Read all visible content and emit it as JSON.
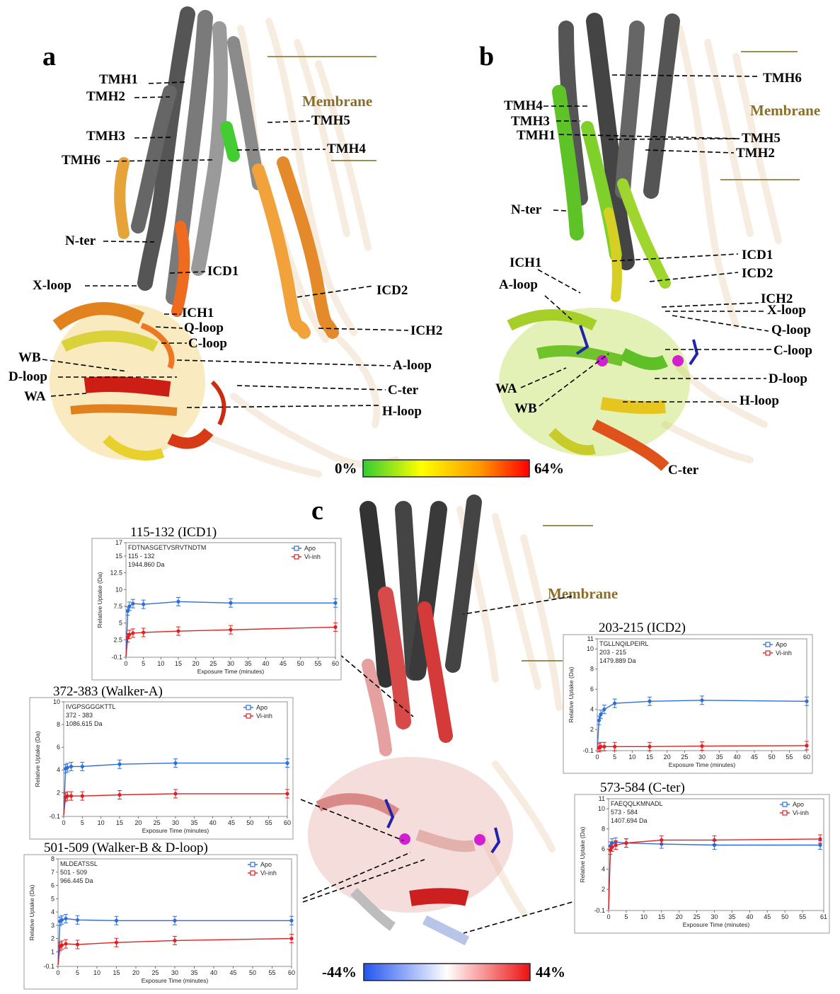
{
  "panel_a": {
    "letter": "a",
    "membrane": "Membrane",
    "labels": [
      "TMH1",
      "TMH2",
      "TMH5",
      "TMH3",
      "TMH4",
      "TMH6",
      "N-ter",
      "ICD1",
      "X-loop",
      "ICD2",
      "ICH1",
      "Q-loop",
      "ICH2",
      "C-loop",
      "A-loop",
      "WB",
      "D-loop",
      "C-ter",
      "WA",
      "H-loop"
    ]
  },
  "panel_b": {
    "letter": "b",
    "membrane": "Membrane",
    "labels": [
      "TMH6",
      "TMH4",
      "TMH3",
      "TMH1",
      "TMH5",
      "TMH2",
      "N-ter",
      "ICD1",
      "ICD2",
      "ICH1",
      "A-loop",
      "ICH2",
      "X-loop",
      "Q-loop",
      "C-loop",
      "D-loop",
      "WA",
      "WB",
      "H-loop",
      "C-ter"
    ]
  },
  "scale_ab": {
    "min": "0%",
    "max": "64%",
    "colors": [
      "#33cc33",
      "#ffff00",
      "#ff9900",
      "#ff0000"
    ]
  },
  "panel_c": {
    "letter": "c",
    "membrane": "Membrane"
  },
  "scale_c": {
    "min": "-44%",
    "max": "44%",
    "colors": [
      "#2255ee",
      "#ffffff",
      "#ee1111"
    ]
  },
  "chart_data": [
    {
      "type": "line",
      "title": "115-132 (ICD1)",
      "info": [
        "FDTNASGETVSRVTNDTM",
        "115 - 132",
        "1944.860 Da"
      ],
      "xlabel": "Exposure Time (minutes)",
      "ylabel": "Relative Uptake (Da)",
      "xlim": [
        0,
        60
      ],
      "ylim": [
        -0.1,
        17
      ],
      "yticks": [
        "-0.1",
        "2.5",
        "5",
        "7.5",
        "10",
        "12.5",
        "15",
        "17"
      ],
      "ytick_values": [
        -0.1,
        2.5,
        5,
        7.5,
        10,
        12.5,
        15,
        17
      ],
      "xticks": [
        0,
        5,
        10,
        15,
        20,
        25,
        30,
        35,
        40,
        45,
        50,
        55,
        60
      ],
      "series": [
        {
          "name": "Apo",
          "color": "#2e6fd6",
          "x": [
            0,
            0.5,
            1,
            2,
            5,
            15,
            30,
            60
          ],
          "y": [
            0,
            6.8,
            7.5,
            7.9,
            7.8,
            8.2,
            8.0,
            8.0
          ]
        },
        {
          "name": "Vi-inh",
          "color": "#e02020",
          "x": [
            0,
            0.5,
            1,
            2,
            5,
            15,
            30,
            60
          ],
          "y": [
            0,
            2.8,
            3.3,
            3.5,
            3.6,
            3.8,
            4.0,
            4.4
          ]
        }
      ]
    },
    {
      "type": "line",
      "title": "372-383 (Walker-A)",
      "info": [
        "IVGPSGGGKTTL",
        "372 - 383",
        "1086.615 Da"
      ],
      "xlabel": "Exposure Time (minutes)",
      "ylabel": "Relative Uptake (Da)",
      "xlim": [
        0,
        60
      ],
      "ylim": [
        -0.1,
        10
      ],
      "yticks": [
        "-0.1",
        "2",
        "4",
        "6",
        "8",
        "10"
      ],
      "ytick_values": [
        -0.1,
        2,
        4,
        6,
        8,
        10
      ],
      "xticks": [
        0,
        5,
        10,
        15,
        20,
        25,
        30,
        35,
        40,
        45,
        50,
        55,
        60
      ],
      "series": [
        {
          "name": "Apo",
          "color": "#2e6fd6",
          "x": [
            0,
            0.5,
            1,
            2,
            5,
            15,
            30,
            60
          ],
          "y": [
            0,
            4.1,
            4.2,
            4.3,
            4.3,
            4.5,
            4.6,
            4.6
          ]
        },
        {
          "name": "Vi-inh",
          "color": "#e02020",
          "x": [
            0,
            0.5,
            1,
            2,
            5,
            15,
            30,
            60
          ],
          "y": [
            0,
            1.6,
            1.7,
            1.7,
            1.7,
            1.8,
            1.9,
            1.9
          ]
        }
      ]
    },
    {
      "type": "line",
      "title": "501-509 (Walker-B & D-loop)",
      "info": [
        "MLDEATSSL",
        "501 - 509",
        "966.445 Da"
      ],
      "xlabel": "Exposure Time (minutes)",
      "ylabel": "Relative Uptake (Da)",
      "xlim": [
        0,
        60
      ],
      "ylim": [
        -0.1,
        8
      ],
      "yticks": [
        "-0.1",
        "1",
        "2",
        "3",
        "4",
        "5",
        "6",
        "7",
        "8"
      ],
      "ytick_values": [
        -0.1,
        1,
        2,
        3,
        4,
        5,
        6,
        7,
        8
      ],
      "xticks": [
        0,
        5,
        10,
        15,
        20,
        25,
        30,
        35,
        40,
        45,
        50,
        55,
        60
      ],
      "series": [
        {
          "name": "Apo",
          "color": "#2e6fd6",
          "x": [
            0,
            0.5,
            1,
            2,
            5,
            15,
            30,
            60
          ],
          "y": [
            0,
            3.3,
            3.4,
            3.5,
            3.4,
            3.35,
            3.35,
            3.35
          ]
        },
        {
          "name": "Vi-inh",
          "color": "#e02020",
          "x": [
            0,
            0.5,
            1,
            2,
            5,
            15,
            30,
            60
          ],
          "y": [
            0,
            1.4,
            1.5,
            1.6,
            1.55,
            1.7,
            1.85,
            2.0
          ]
        }
      ]
    },
    {
      "type": "line",
      "title": "203-215 (ICD2)",
      "info": [
        "TGLLNQILPEIRL",
        "203 - 215",
        "1479.889 Da"
      ],
      "xlabel": "Exposure Time (minutes)",
      "ylabel": "Relative Uptake (Da)",
      "xlim": [
        0,
        60
      ],
      "ylim": [
        -0.1,
        11
      ],
      "yticks": [
        "-0.1",
        "2",
        "4",
        "6",
        "8",
        "10",
        "11"
      ],
      "ytick_values": [
        -0.1,
        2,
        4,
        6,
        8,
        10,
        11
      ],
      "xticks": [
        0,
        5,
        10,
        15,
        20,
        25,
        30,
        35,
        40,
        45,
        50,
        55,
        60
      ],
      "series": [
        {
          "name": "Apo",
          "color": "#2e6fd6",
          "x": [
            0,
            0.5,
            1,
            2,
            5,
            15,
            30,
            60
          ],
          "y": [
            0,
            2.9,
            3.5,
            4.0,
            4.6,
            4.8,
            4.9,
            4.8
          ]
        },
        {
          "name": "Vi-inh",
          "color": "#e02020",
          "x": [
            0,
            0.5,
            1,
            2,
            5,
            15,
            30,
            60
          ],
          "y": [
            0,
            0.2,
            0.3,
            0.3,
            0.3,
            0.3,
            0.35,
            0.4
          ]
        }
      ]
    },
    {
      "type": "line",
      "title": "573-584 (C-ter)",
      "info": [
        "FAEQQLKMNADL",
        "573 - 584",
        "1407.694 Da"
      ],
      "xlabel": "Exposure Time (minutes)",
      "ylabel": "Relative Uptake (Da)",
      "xlim": [
        0,
        61
      ],
      "ylim": [
        -0.1,
        11
      ],
      "yticks": [
        "-0.1",
        "2",
        "4",
        "6",
        "8",
        "10",
        "11"
      ],
      "ytick_values": [
        -0.1,
        2,
        4,
        6,
        8,
        10,
        11
      ],
      "xticks": [
        0,
        5,
        10,
        15,
        20,
        25,
        30,
        35,
        40,
        45,
        50,
        55,
        61
      ],
      "series": [
        {
          "name": "Apo",
          "color": "#2e6fd6",
          "x": [
            0,
            0.5,
            1,
            2,
            5,
            15,
            30,
            60
          ],
          "y": [
            0,
            6.3,
            6.6,
            6.7,
            6.6,
            6.5,
            6.4,
            6.4
          ]
        },
        {
          "name": "Vi-inh",
          "color": "#e02020",
          "x": [
            0,
            0.5,
            1,
            2,
            5,
            15,
            30,
            60
          ],
          "y": [
            0,
            5.9,
            6.2,
            6.4,
            6.6,
            6.9,
            6.9,
            7.0
          ]
        }
      ]
    }
  ]
}
